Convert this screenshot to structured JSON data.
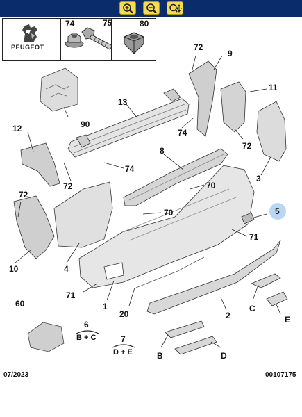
{
  "toolbar": {
    "buttons": [
      {
        "icon": "zoom-in-icon"
      },
      {
        "icon": "zoom-out-icon"
      },
      {
        "icon": "pan-zoom-icon"
      }
    ]
  },
  "header": {
    "brand": "PEUGEOT",
    "fasteners": [
      {
        "ref": "74"
      },
      {
        "ref": "75"
      },
      {
        "ref": "80"
      }
    ]
  },
  "labels": {
    "l72a": "72",
    "l9": "9",
    "l11": "11",
    "l13": "13",
    "l74a": "74",
    "l90": "90",
    "l12": "12",
    "l72b": "72",
    "l74b": "74",
    "l8": "8",
    "l70a": "70",
    "l72c": "72",
    "l3": "3",
    "l72d": "72",
    "l5": "5",
    "l70b": "70",
    "l71a": "71",
    "l10": "10",
    "l4": "4",
    "l71b": "71",
    "l1": "1",
    "l20": "20",
    "l2": "2",
    "lC": "C",
    "lE": "E",
    "l60": "60",
    "l6": "6",
    "kit6": "B + C",
    "l7": "7",
    "kit7": "D + E",
    "lB": "B",
    "lD": "D"
  },
  "highlight": {
    "ref": "5",
    "color": "#b9d7f2"
  },
  "footer": {
    "date": "07/2023",
    "code": "00107175"
  }
}
